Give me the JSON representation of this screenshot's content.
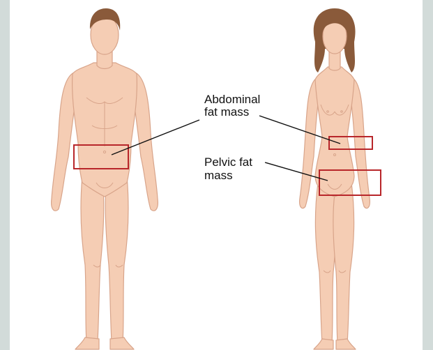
{
  "labels": {
    "abdominal_line1": "Abdominal",
    "abdominal_line2": "fat mass",
    "pelvic_line1": "Pelvic fat",
    "pelvic_line2": "mass"
  },
  "figures": [
    "male-figure",
    "female-figure"
  ],
  "colors": {
    "background": "#d2dbd9",
    "panel": "#ffffff",
    "skin": "#f5cdb4",
    "skin_outline": "#d8a48a",
    "hair": "#8a5a3a",
    "highlight_box": "#b8262a",
    "leader_line": "#111111"
  }
}
